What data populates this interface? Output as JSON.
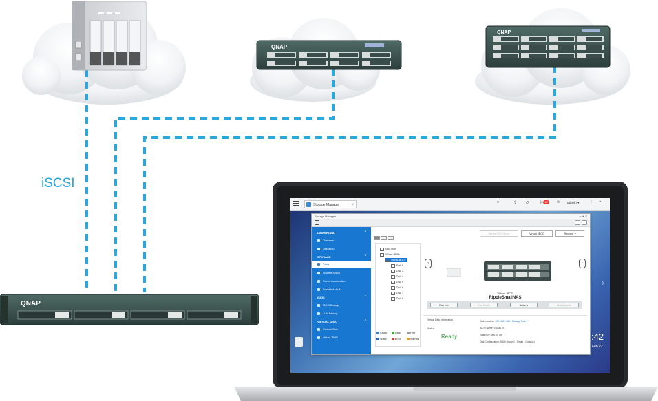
{
  "diagram": {
    "protocol_label": "iSCSI",
    "brand": "QNAP",
    "link_color": "#29a8e0"
  },
  "laptop_screen": {
    "topbar": {
      "tab_label": "Storage Manager",
      "tab_close": "×",
      "user": "admin ▾",
      "notification_badge": "10",
      "icons": [
        "menu-icon",
        "search-icon",
        "upload-icon",
        "alert-icon",
        "notification-icon",
        "user-icon",
        "more-icon",
        "dashboard-icon"
      ]
    },
    "window": {
      "title": "Storage Manager",
      "controls": "– + ×",
      "sidebar": [
        {
          "type": "head",
          "label": "DASHBOARD"
        },
        {
          "type": "item",
          "label": "Overview"
        },
        {
          "type": "item",
          "label": "Utilization"
        },
        {
          "type": "head",
          "label": "STORAGE"
        },
        {
          "type": "item",
          "label": "Disks",
          "selected": true
        },
        {
          "type": "item",
          "label": "Storage Space"
        },
        {
          "type": "item",
          "label": "Cache Acceleration"
        },
        {
          "type": "item",
          "label": "Snapshot Vault"
        },
        {
          "type": "head",
          "label": "iSCSI"
        },
        {
          "type": "item",
          "label": "iSCSI Storage"
        },
        {
          "type": "item",
          "label": "LUN Backup"
        },
        {
          "type": "head",
          "label": "VIRTUAL DISK"
        },
        {
          "type": "item",
          "label": "Remote Disk"
        },
        {
          "type": "item",
          "label": "Virtual JBOD"
        }
      ],
      "toolbar_buttons": {
        "set_spare": "Set as GSO Spare",
        "virtual_jbod": "Virtual JBOD",
        "recover": "Recover ▾"
      },
      "tree": [
        {
          "label": "NAS Host",
          "indent": 0
        },
        {
          "label": "Virtual JBOD",
          "indent": 0
        },
        {
          "label": "VirtualJBOD",
          "indent": 1,
          "selected": true
        },
        {
          "label": "Disk 2",
          "indent": 2
        },
        {
          "label": "Disk 3",
          "indent": 2
        },
        {
          "label": "Disk 4",
          "indent": 2
        },
        {
          "label": "Disk 5",
          "indent": 2
        },
        {
          "label": "Disk 6",
          "indent": 2
        },
        {
          "label": "Disk 7",
          "indent": 2
        },
        {
          "label": "Disk 8",
          "indent": 2
        }
      ],
      "legend": [
        {
          "label": "Cache",
          "color": "#3b7dd8"
        },
        {
          "label": "Data",
          "color": "#3aa83a"
        },
        {
          "label": "Free",
          "color": "#9a9a9a"
        },
        {
          "label": "Spare",
          "color": "#2a66c4"
        },
        {
          "label": "Error",
          "color": "#d83a3a"
        },
        {
          "label": "Warning",
          "color": "#e8a020"
        }
      ],
      "detail": {
        "device_caption": "Virtual JBOD",
        "host_name": "RippleSmallNAS",
        "prev": "‹",
        "next": "›",
        "actions": [
          "Disk Info",
          "Disk Health",
          "Action ▾",
          "Host Action ▾"
        ]
      },
      "info": {
        "left_title": "Virtual Disk Information",
        "status_label": "Status",
        "status_value": "Ready",
        "location_label": "Disk Location:",
        "location_value": "192.168.0.163 , Storage Pool 1",
        "iscsi_name": "iSCSI Name: VDisk2_0",
        "total_size": "Total Size: 900.00 GB",
        "configuration": "Disk Configuration: RAID Group 1 , Single , 10disk(s)"
      }
    },
    "desktop": {
      "clock": ":42",
      "date": "Feb 22"
    }
  }
}
